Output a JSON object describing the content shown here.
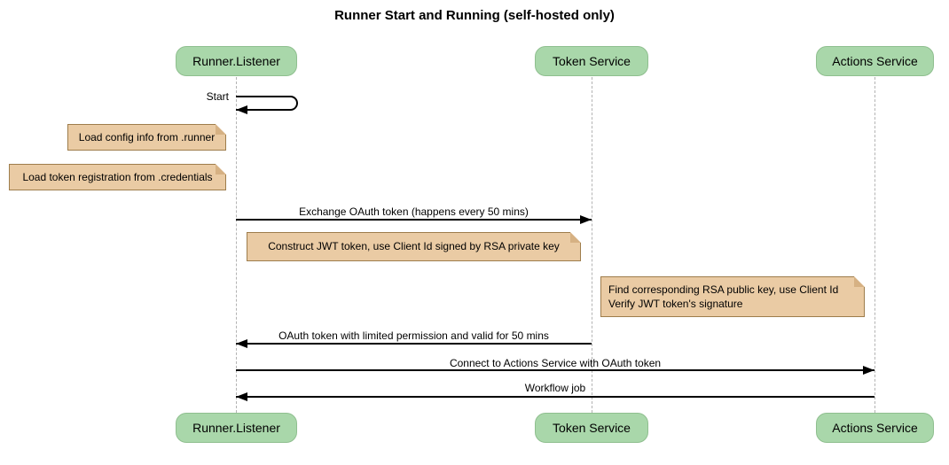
{
  "title": "Runner Start and Running (self-hosted only)",
  "participants": {
    "runner": "Runner.Listener",
    "token": "Token Service",
    "actions": "Actions Service"
  },
  "messages": {
    "start": "Start",
    "exchange": "Exchange OAuth token (happens every 50 mins)",
    "oauth_return": "OAuth token with limited permission and valid for 50 mins",
    "connect": "Connect to Actions Service with OAuth token",
    "workflow": "Workflow job"
  },
  "notes": {
    "load_config": "Load config info from .runner",
    "load_credentials": "Load token registration from .credentials",
    "construct_jwt": "Construct JWT token, use Client Id signed by RSA private key",
    "verify_line1": "Find corresponding RSA public key, use Client Id",
    "verify_line2": "Verify JWT token's signature"
  },
  "colors": {
    "participant_fill": "#a9d7aa",
    "participant_border": "#8fbf8f",
    "note_fill": "#eacba4",
    "note_border": "#9e7d4c",
    "note_fold": "#d6b183",
    "lifeline": "#b3b3b3",
    "message_line": "#000000",
    "text": "#000000",
    "background": "#ffffff"
  }
}
